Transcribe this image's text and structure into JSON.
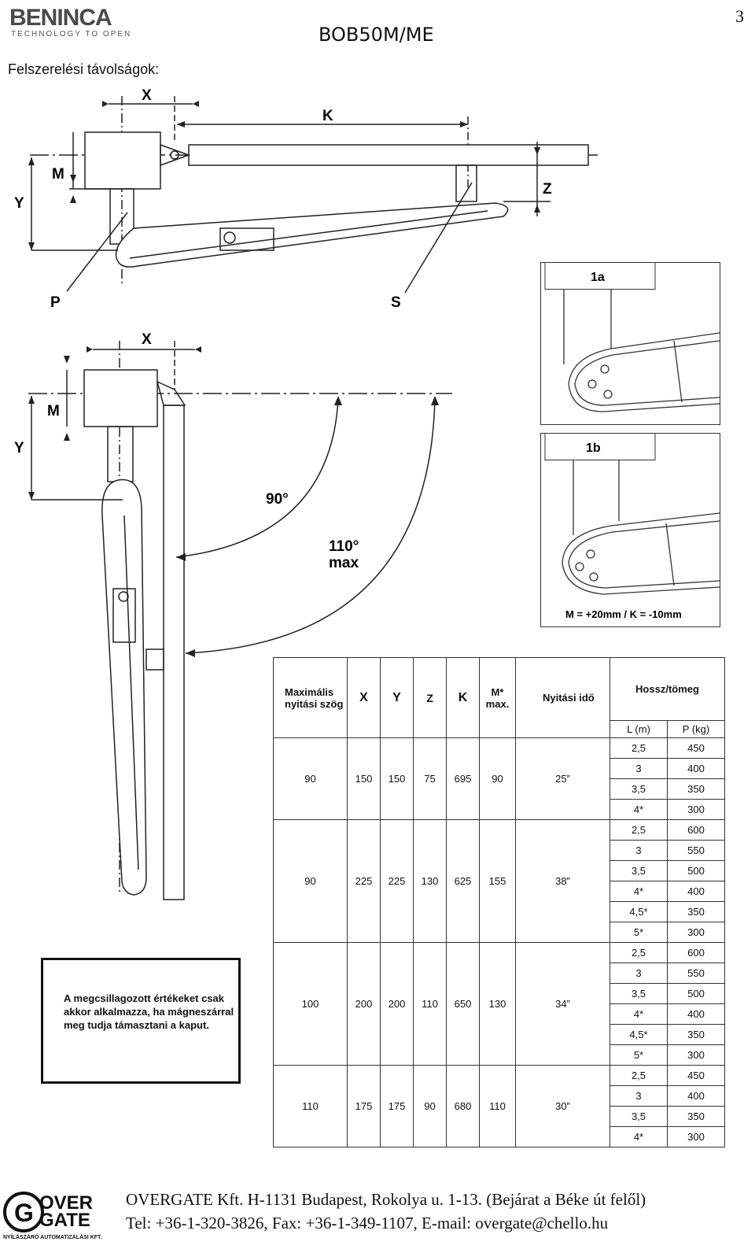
{
  "header": {
    "logo_text": "BENINCA",
    "logo_tagline": "TECHNOLOGY TO OPEN",
    "model": "BOB50M/ME",
    "page_number": "3"
  },
  "section_title": "Felszerelési távolságok:",
  "diagram_top": {
    "labels": {
      "x": "X",
      "k": "K",
      "m": "M",
      "y": "Y",
      "z": "Z",
      "p": "P",
      "s": "S"
    }
  },
  "diagram_side": {
    "labels": {
      "x": "X",
      "m": "M",
      "y": "Y",
      "angle_90": "90°",
      "angle_110": "110°",
      "angle_max": "max"
    }
  },
  "detail_1a": {
    "label": "1a"
  },
  "detail_1b": {
    "label": "1b",
    "caption": "M = +20mm / K = -10mm"
  },
  "note": "A megcsillagozott értékeket csak akkor alkalmazza, ha mágneszárral meg tudja támasztani a kaput.",
  "table": {
    "headers": {
      "angle": "Maximális nyitási szög",
      "x": "X",
      "y": "Y",
      "z": "Z",
      "k": "K",
      "m": "M* max.",
      "time": "Nyitási idő",
      "length_weight": "Hossz/tömeg",
      "l": "L (m)",
      "p": "P (kg)"
    },
    "groups": [
      {
        "angle": "90",
        "x": "150",
        "y": "150",
        "z": "75",
        "k": "695",
        "m": "90",
        "time": "25”",
        "rows": [
          [
            "2,5",
            "450"
          ],
          [
            "3",
            "400"
          ],
          [
            "3,5",
            "350"
          ],
          [
            "4*",
            "300"
          ]
        ]
      },
      {
        "angle": "90",
        "x": "225",
        "y": "225",
        "z": "130",
        "k": "625",
        "m": "155",
        "time": "38”",
        "rows": [
          [
            "2,5",
            "600"
          ],
          [
            "3",
            "550"
          ],
          [
            "3,5",
            "500"
          ],
          [
            "4*",
            "400"
          ],
          [
            "4,5*",
            "350"
          ],
          [
            "5*",
            "300"
          ]
        ]
      },
      {
        "angle": "100",
        "x": "200",
        "y": "200",
        "z": "110",
        "k": "650",
        "m": "130",
        "time": "34”",
        "rows": [
          [
            "2,5",
            "600"
          ],
          [
            "3",
            "550"
          ],
          [
            "3,5",
            "500"
          ],
          [
            "4*",
            "400"
          ],
          [
            "4,5*",
            "350"
          ],
          [
            "5*",
            "300"
          ]
        ]
      },
      {
        "angle": "110",
        "x": "175",
        "y": "175",
        "z": "90",
        "k": "680",
        "m": "110",
        "time": "30”",
        "rows": [
          [
            "2,5",
            "450"
          ],
          [
            "3",
            "400"
          ],
          [
            "3,5",
            "350"
          ],
          [
            "4*",
            "300"
          ]
        ]
      }
    ]
  },
  "footer": {
    "logo_line1": "OVER",
    "logo_line2": "GATE",
    "logo_sub": "NYÍLÁSZÁRÓ AUTOMATIZÁLÁSI KFT.",
    "line1": "OVERGATE Kft. H-1131 Budapest, Rokolya u. 1-13. (Bejárat a Béke út felől)",
    "line2": "Tel: +36-1-320-3826, Fax: +36-1-349-1107, E-mail: overgate@chello.hu"
  }
}
